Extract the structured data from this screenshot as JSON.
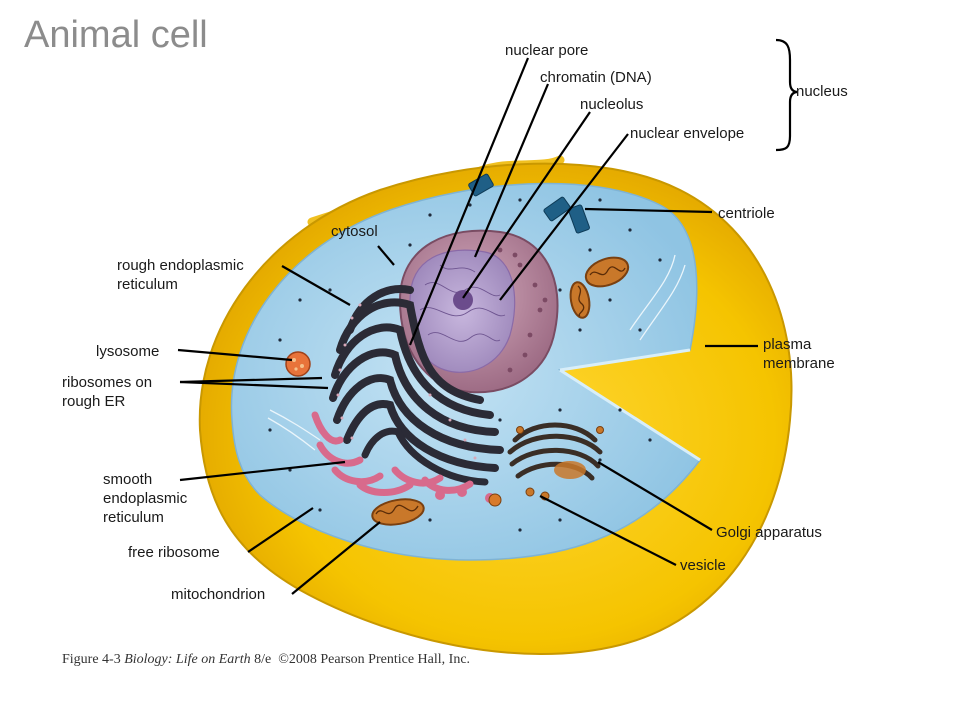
{
  "title": "Animal cell",
  "labels": {
    "nuclear_pore": "nuclear pore",
    "chromatin": "chromatin (DNA)",
    "nucleolus": "nucleolus",
    "nuclear_envelope": "nuclear envelope",
    "nucleus": "nucleus",
    "centriole": "centriole",
    "cytosol": "cytosol",
    "rough_er_1": "rough endoplasmic",
    "rough_er_2": "reticulum",
    "lysosome": "lysosome",
    "ribosomes_1": "ribosomes on",
    "ribosomes_2": "rough ER",
    "plasma_1": "plasma",
    "plasma_2": "membrane",
    "smooth_1": "smooth",
    "smooth_2": "endoplasmic",
    "smooth_3": "reticulum",
    "golgi": "Golgi apparatus",
    "free_ribosome": "free ribosome",
    "vesicle": "vesicle",
    "mitochondrion": "mitochondrion"
  },
  "caption": {
    "prefix": "Figure 4-3",
    "book": "Biology: Life on Earth",
    "edition": "8/e",
    "copyright": "©2008 Pearson Prentice Hall, Inc."
  },
  "colors": {
    "membrane": "#f5c400",
    "membrane_inner": "#e0a800",
    "cytosol": "#a9d4ec",
    "nucleus": "#b48ca0",
    "nucleoplasm": "#b9a3cf",
    "rough_er": "#2b2b36",
    "smooth_er": "#d86a8c",
    "mitochondrion": "#c9782a",
    "golgi": "#3a2e26",
    "centriole": "#1f5f86",
    "lysosome": "#e8733a"
  }
}
